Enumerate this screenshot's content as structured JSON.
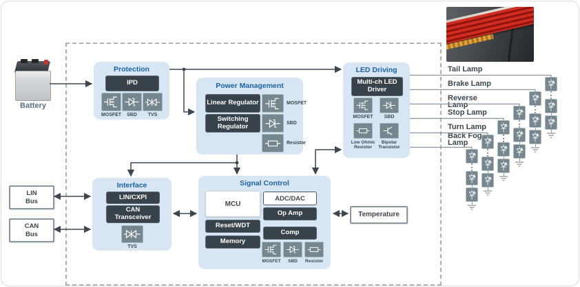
{
  "colors": {
    "block_bg": "#d8e6f3",
    "chip_bg": "#37424a",
    "icon_bg": "#75868f",
    "title_blue": "#1a63a8",
    "line_dark": "#3c4750",
    "line_gray": "#8a939a",
    "text_slate": "#3a4750"
  },
  "battery": {
    "label": "Battery"
  },
  "lin_bus": {
    "line1": "LIN",
    "line2": "Bus"
  },
  "can_bus": {
    "line1": "CAN",
    "line2": "Bus"
  },
  "temperature": {
    "label": "Temperature"
  },
  "blocks": {
    "protection": {
      "title": "Protection",
      "chip": "IPD",
      "icons": [
        {
          "name": "mosfet-icon",
          "label": "MOSFET"
        },
        {
          "name": "sbd-icon",
          "label": "SBD"
        },
        {
          "name": "tvs-icon",
          "label": "TVS"
        }
      ]
    },
    "power_management": {
      "title": "Power Management",
      "chips": [
        "Linear Regulator",
        "Switching Regulator"
      ],
      "icons": [
        {
          "name": "mosfet-icon",
          "label": "MOSFET"
        },
        {
          "name": "sbd-icon",
          "label": "SBD"
        },
        {
          "name": "resistor-icon",
          "label": "Resistor"
        }
      ]
    },
    "led_driving": {
      "title": "LED Driving",
      "chip": "Multi-ch LED Driver",
      "icons": [
        {
          "name": "mosfet-icon",
          "label": "MOSFET"
        },
        {
          "name": "sbd-icon",
          "label": "SBD"
        },
        {
          "name": "resistor-icon",
          "label": "Low Ohmic Resistor"
        },
        {
          "name": "bipolar-transistor-icon",
          "label": "Bipolar Transistor"
        }
      ]
    },
    "interface": {
      "title": "Interface",
      "chips": [
        "LIN/CXPI",
        "CAN Transceiver"
      ],
      "icons": [
        {
          "name": "tvs-icon",
          "label": "TVS"
        }
      ]
    },
    "signal_control": {
      "title": "Signal Control",
      "mcu": "MCU",
      "adc_dac": "ADC/DAC",
      "op_amp": "Op Amp",
      "comp": "Comp",
      "reset_wdt": "Reset/WDT",
      "memory": "Memory",
      "icons": [
        {
          "name": "mosfet-icon",
          "label": "MOSFET"
        },
        {
          "name": "sbd-icon",
          "label": "SBD"
        },
        {
          "name": "resistor-icon",
          "label": "Resistor"
        }
      ]
    }
  },
  "lamps": [
    {
      "label": "Tail Lamp",
      "leds_shown": 3
    },
    {
      "label": "Brake Lamp",
      "leds_shown": 3
    },
    {
      "label": "Reverse Lamp",
      "leds_shown": 3
    },
    {
      "label": "Stop Lamp",
      "leds_shown": 3
    },
    {
      "label": "Turn Lamp",
      "leds_shown": 3
    },
    {
      "label": "Back Fog Lamp",
      "leds_shown": 3
    }
  ]
}
